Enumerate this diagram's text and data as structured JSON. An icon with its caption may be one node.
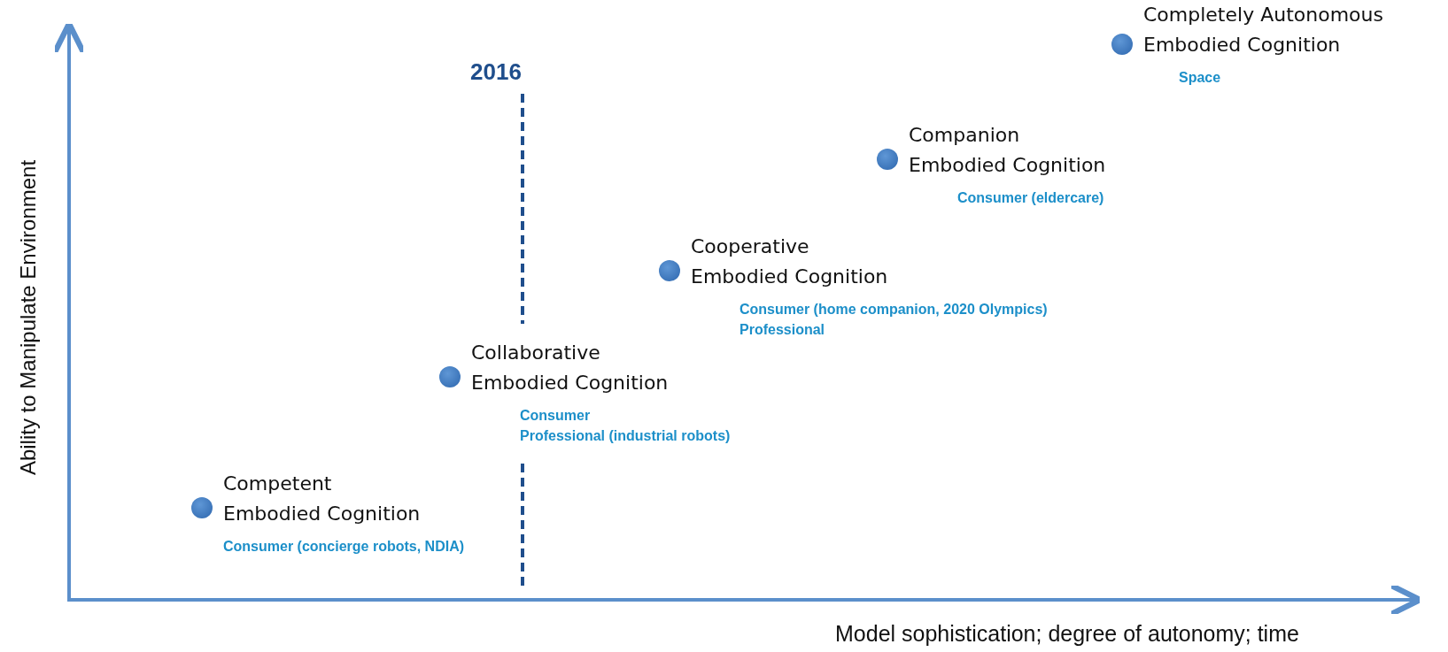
{
  "diagram": {
    "nodes": [
      {
        "text": [
          "Competent Embodied Cognition",
          "Consumer (concierge robots, NDIA)"
        ]
      },
      {
        "text": [
          "Collaborative Embodied Cognition",
          "Consumer",
          "Professional (industrial robots)"
        ]
      },
      {
        "text": [
          "Cooperative Embodied Cognition",
          "Consumer (home companion, 2020 Olympics)",
          "Professional"
        ]
      },
      {
        "text": [
          "Companion Embodied Cognition",
          "Consumer (eldercare)"
        ]
      },
      {
        "text": [
          "Completely Autonomous Embodied Cognition",
          "Space"
        ]
      }
    ],
    "labels": [
      "2016",
      "Ability to Manipulate Environment",
      "Model sophistication; degree of autonomy; time"
    ]
  }
}
